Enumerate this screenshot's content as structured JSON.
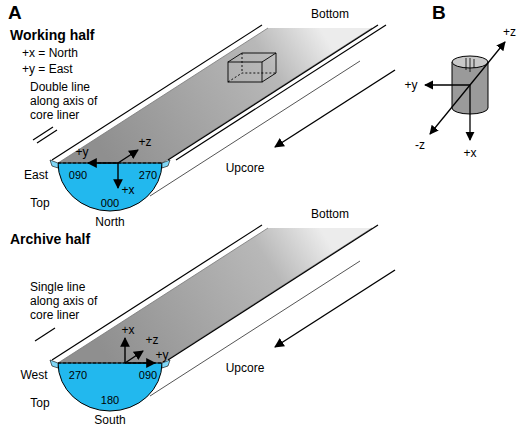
{
  "diagram": {
    "labels": [
      "A",
      "Working half",
      "+x = North",
      "+y = East",
      "Double line along axis of core liner",
      "Bottom",
      "+z",
      "+y",
      "East",
      "090",
      "270",
      "+x",
      "Upcore",
      "Top",
      "000",
      "North",
      "Archive half",
      "Single line along axis of core liner",
      "Bottom",
      "+x",
      "+z",
      "West",
      "270",
      "+y",
      "090",
      "Upcore",
      "Top",
      "180",
      "South",
      "B",
      "+z",
      "+y",
      "-z",
      "+x"
    ]
  }
}
